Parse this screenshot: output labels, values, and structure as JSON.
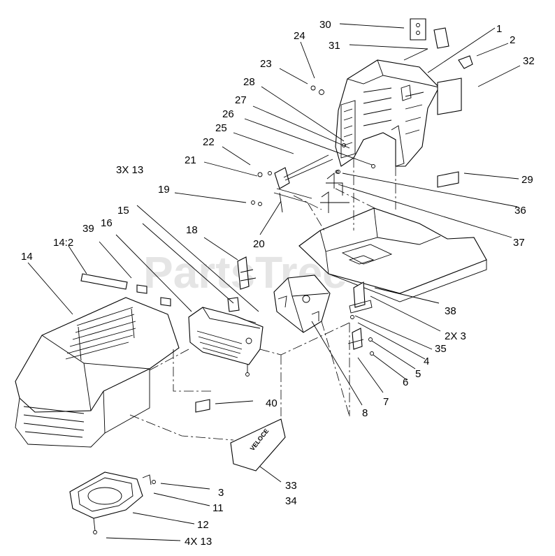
{
  "watermark": {
    "text": "PartsTree",
    "trademark": "™"
  },
  "callouts": {
    "c1": "1",
    "c2": "2",
    "c3": "3",
    "c4": "4",
    "c5": "5",
    "c6": "6",
    "c7": "7",
    "c8": "8",
    "c11": "11",
    "c12": "12",
    "c14": "14",
    "c14_2": "14:2",
    "c15": "15",
    "c16": "16",
    "c18": "18",
    "c19": "19",
    "c20": "20",
    "c21": "21",
    "c22": "22",
    "c23": "23",
    "c24": "24",
    "c25": "25",
    "c26": "26",
    "c27": "27",
    "c28": "28",
    "c29": "29",
    "c30": "30",
    "c31": "31",
    "c32": "32",
    "c33": "33",
    "c34": "34",
    "c35": "35",
    "c36": "36",
    "c37": "37",
    "c38": "38",
    "c39": "39",
    "c40": "40",
    "c2x3": "2X 3",
    "c3x13": "3X 13",
    "c4x13": "4X 13"
  },
  "decal_text": "VELOCE"
}
